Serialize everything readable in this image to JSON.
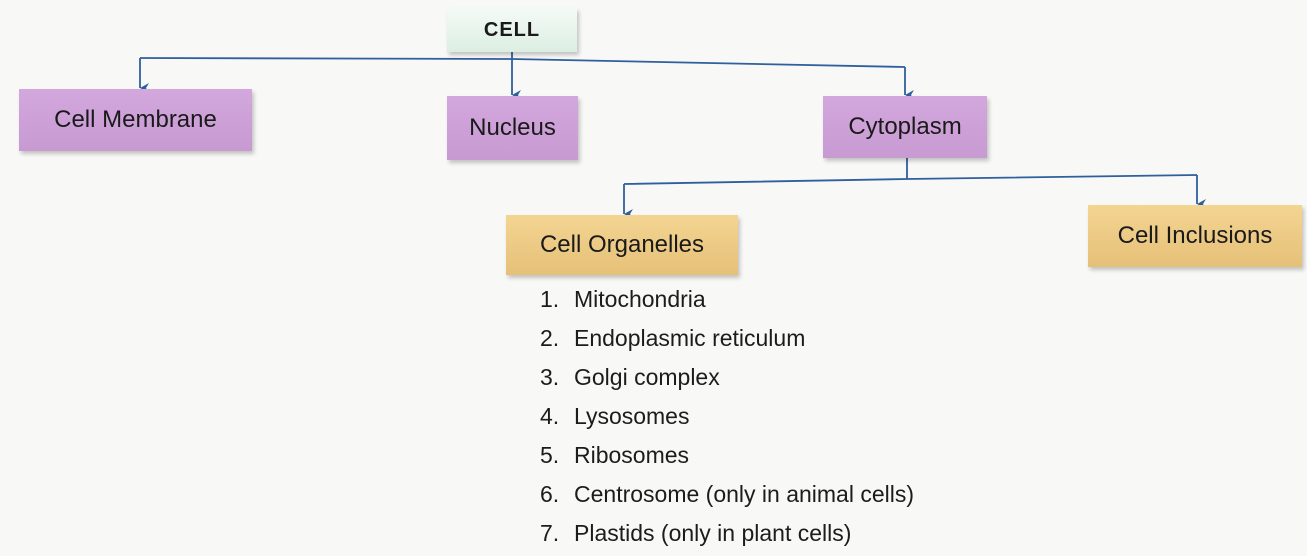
{
  "diagram": {
    "root": "CELL",
    "level1": [
      "Cell Membrane",
      "Nucleus",
      "Cytoplasm"
    ],
    "level2": [
      "Cell Organelles",
      "Cell Inclusions"
    ],
    "organelles": [
      {
        "num": "1.",
        "text": "Mitochondria"
      },
      {
        "num": "2.",
        "text": "Endoplasmic reticulum"
      },
      {
        "num": "3.",
        "text": "Golgi complex"
      },
      {
        "num": "4.",
        "text": "Lysosomes"
      },
      {
        "num": "5.",
        "text": "Ribosomes"
      },
      {
        "num": "6.",
        "text": "Centrosome (only in animal cells)"
      },
      {
        "num": "7.",
        "text": "Plastids (only in plant cells)"
      }
    ]
  },
  "colors": {
    "root": "#e3f2e8",
    "level1": "#cca0d6",
    "level2": "#edc985",
    "connector": "#2f5f9e"
  }
}
